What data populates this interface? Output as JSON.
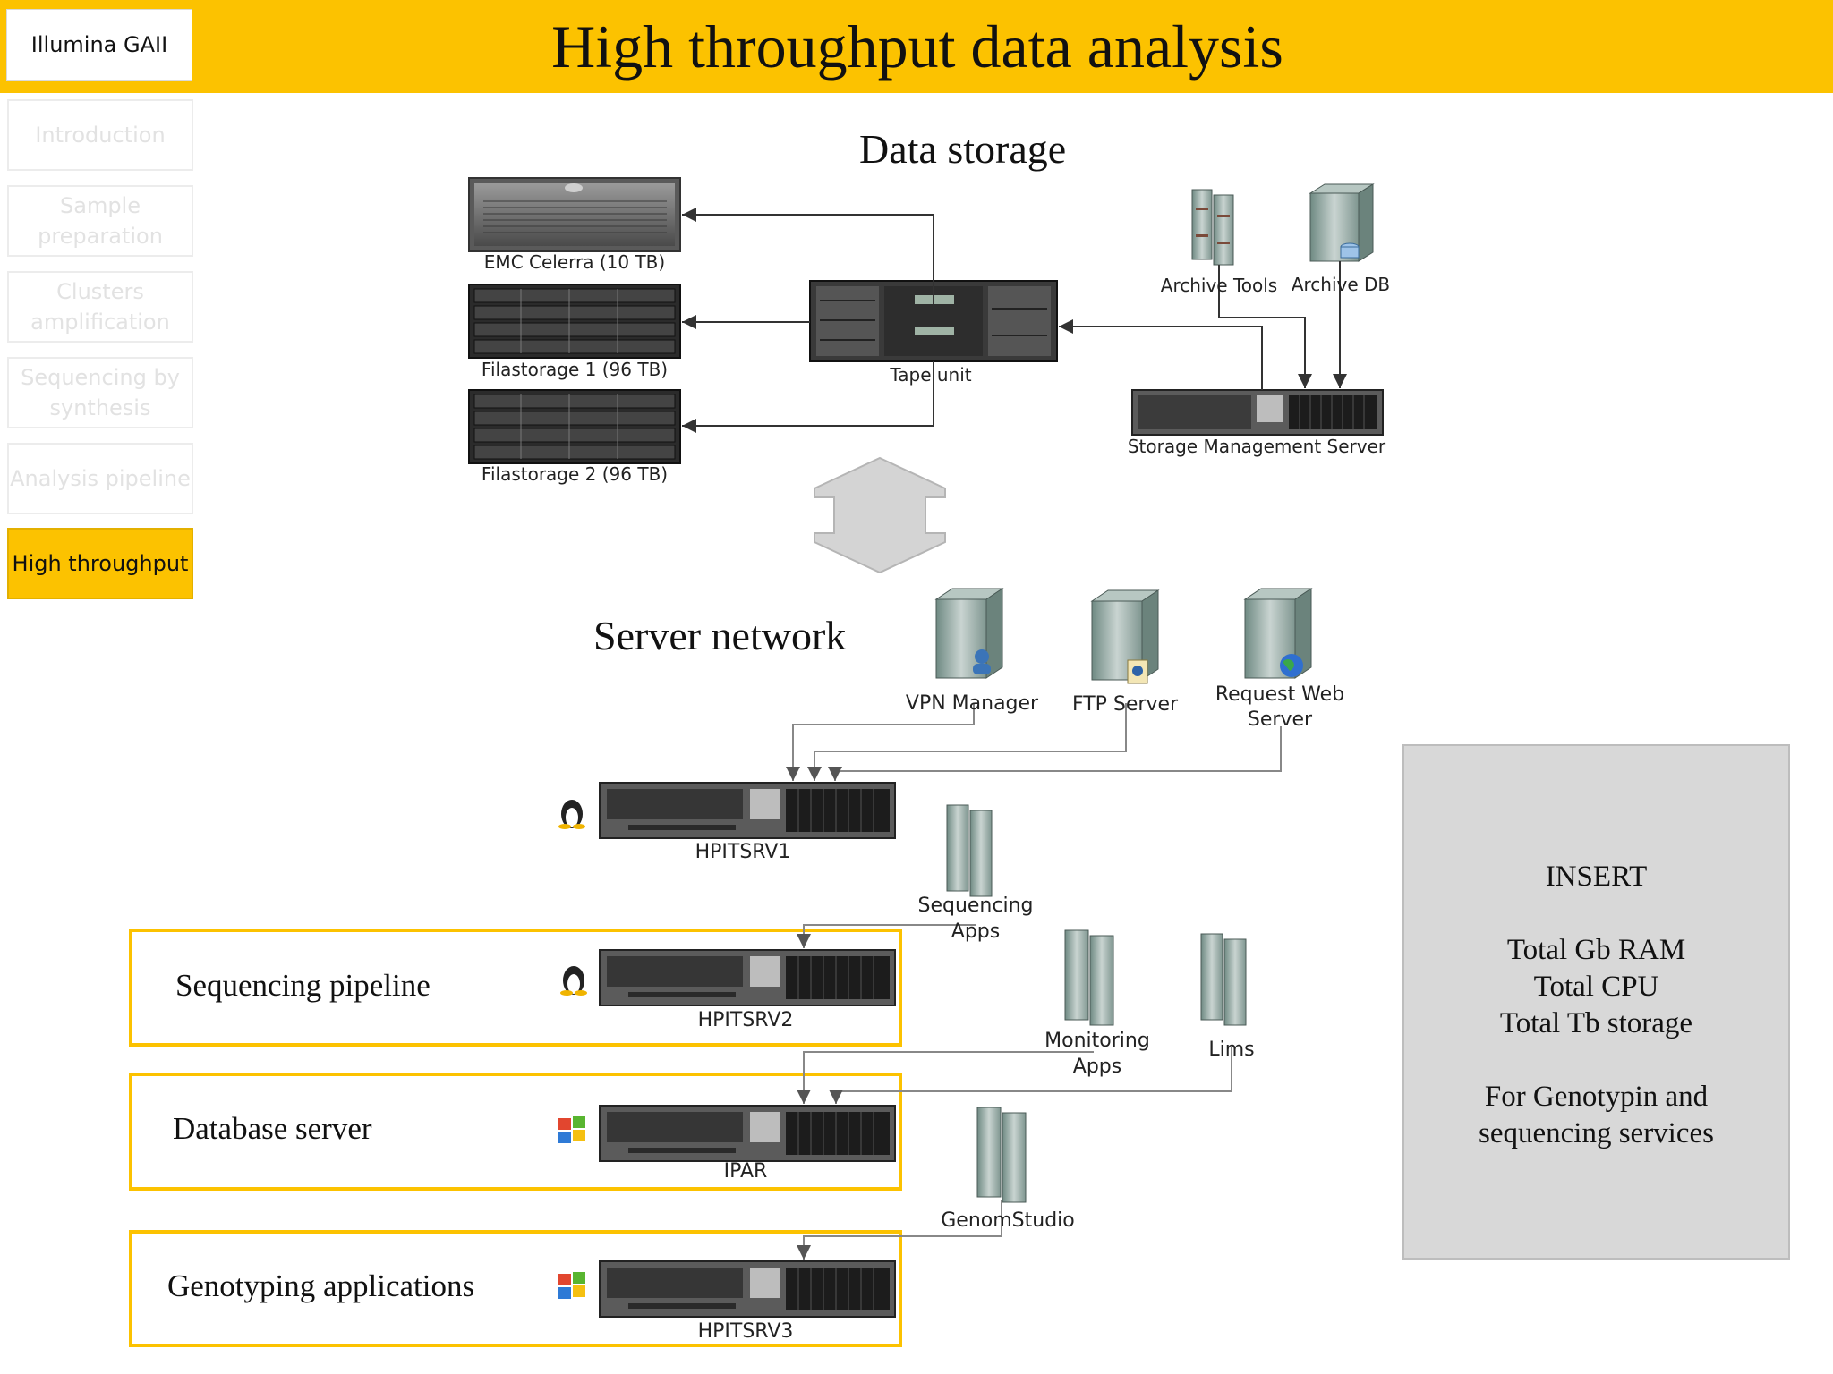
{
  "header": {
    "brand": "Illumina GAII",
    "title": "High throughput data analysis",
    "accent_color": "#fcc200"
  },
  "nav": {
    "items": [
      {
        "label": "Introduction",
        "active": false
      },
      {
        "label": "Sample preparation",
        "active": false
      },
      {
        "label": "Clusters amplification",
        "active": false
      },
      {
        "label": "Sequencing by synthesis",
        "active": false
      },
      {
        "label": "Analysis pipeline",
        "active": false
      },
      {
        "label": "High throughput",
        "active": true
      }
    ]
  },
  "storage": {
    "title": "Data storage",
    "emc": "EMC Celerra (10 TB)",
    "fila1": "Filastorage 1 (96 TB)",
    "fila2": "Filastorage 2 (96 TB)",
    "tape": "Tape unit",
    "archive_tools": "Archive Tools",
    "archive_db": "Archive DB",
    "mgmt": "Storage Management Server"
  },
  "network": {
    "title": "Server network",
    "vpn": "VPN Manager",
    "ftp": "FTP Server",
    "web": "Request Web Server",
    "srv1": "HPITSRV1",
    "seq_apps": "Sequencing Apps",
    "srv2": "HPITSRV2",
    "monitoring": "Monitoring Apps",
    "lims": "Lims",
    "ipar": "IPAR",
    "genom": "GenomStudio",
    "srv3": "HPITSRV3"
  },
  "highlights": {
    "seq_pipeline": "Sequencing pipeline",
    "db_server": "Database server",
    "genotyping": "Genotyping applications"
  },
  "insert": {
    "heading": "INSERT",
    "line1": "Total Gb RAM",
    "line2": "Total CPU",
    "line3": "Total Tb storage",
    "line4": "For Genotypin and",
    "line5": "sequencing services"
  }
}
